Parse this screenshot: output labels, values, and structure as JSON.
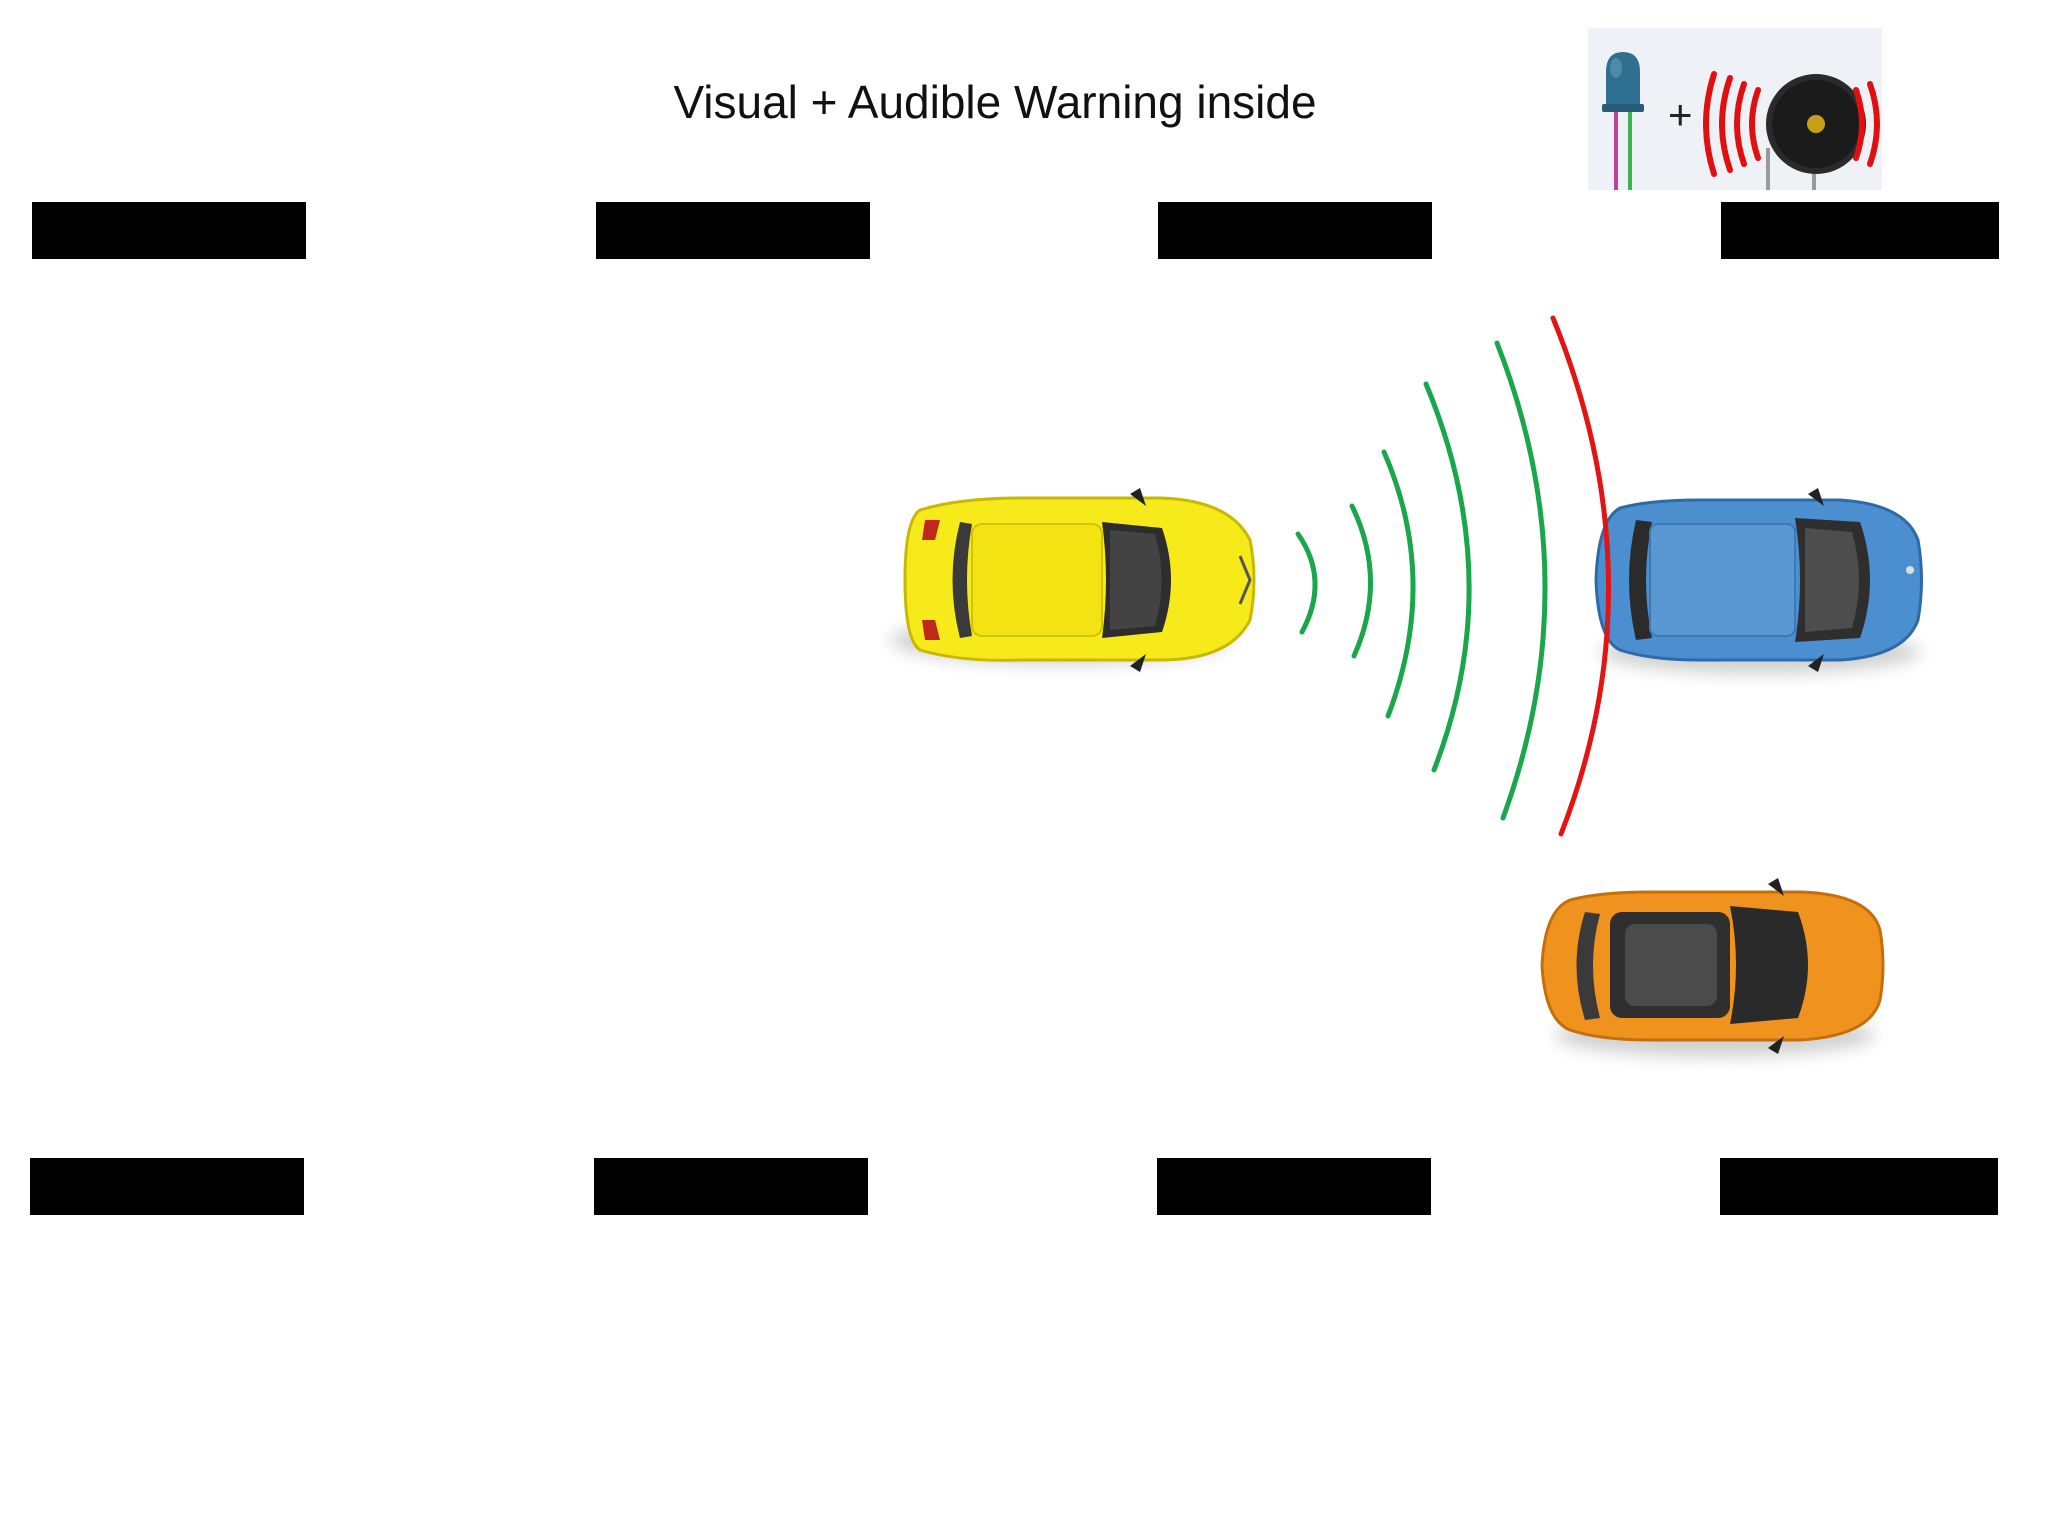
{
  "title": "Visual + Audible Warning inside",
  "indicator": {
    "plus_sign": "+",
    "led_icon": "led-icon",
    "buzzer_icon": "buzzer-icon",
    "led_color": "#2f6f8f",
    "buzzer_wave_color": "#e01010"
  },
  "scene": {
    "lane_marking_color": "#000000",
    "wave_colors": {
      "safe": "#1aa64a",
      "warning": "#e31414"
    },
    "vehicles": [
      {
        "name": "ego-car",
        "color": "#f6ea1a"
      },
      {
        "name": "front-car",
        "color": "#4b8fd0"
      },
      {
        "name": "adjacent-car",
        "color": "#f0921e"
      }
    ]
  }
}
